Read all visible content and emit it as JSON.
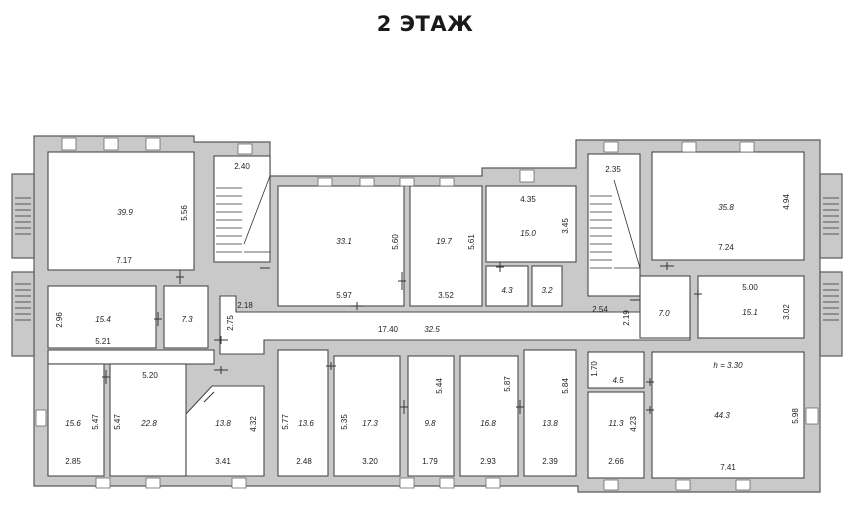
{
  "title": "2 ЭТАЖ",
  "rooms": [
    {
      "id": "r1",
      "area": "39.9",
      "dims": [
        "5.56",
        "7.17"
      ]
    },
    {
      "id": "r2",
      "area": "",
      "dims": [
        "2.40"
      ]
    },
    {
      "id": "r3",
      "area": "33.1",
      "dims": [
        "5.60",
        "5.97"
      ]
    },
    {
      "id": "r4",
      "area": "19.7",
      "dims": [
        "5.61",
        "3.52"
      ]
    },
    {
      "id": "r5",
      "area": "15.0",
      "dims": [
        "4.35",
        "3.45"
      ]
    },
    {
      "id": "r6",
      "area": "4.3",
      "dims": []
    },
    {
      "id": "r7",
      "area": "3.2",
      "dims": []
    },
    {
      "id": "r8",
      "area": "",
      "dims": [
        "2.35"
      ]
    },
    {
      "id": "r9",
      "area": "35.8",
      "dims": [
        "4.94",
        "7.24"
      ]
    },
    {
      "id": "r10",
      "area": "15.4",
      "dims": [
        "2.96",
        "5.21"
      ]
    },
    {
      "id": "r11",
      "area": "7.3",
      "dims": []
    },
    {
      "id": "r12",
      "area": "32.5",
      "dims": [
        "2.18",
        "2.75",
        "17.40",
        "2.54",
        "2.19"
      ]
    },
    {
      "id": "r13",
      "area": "7.0",
      "dims": []
    },
    {
      "id": "r14",
      "area": "15.1",
      "dims": [
        "5.00",
        "3.02"
      ]
    },
    {
      "id": "r15",
      "area": "",
      "dims": [
        "5.20"
      ]
    },
    {
      "id": "r16",
      "area": "15.6",
      "dims": [
        "5.47",
        "2.85"
      ]
    },
    {
      "id": "r17",
      "area": "22.8",
      "dims": [
        "5.47"
      ]
    },
    {
      "id": "r18",
      "area": "13.8",
      "dims": [
        "4.32",
        "3.41"
      ]
    },
    {
      "id": "r19",
      "area": "13.6",
      "dims": [
        "5.77",
        "2.48"
      ]
    },
    {
      "id": "r20",
      "area": "17.3",
      "dims": [
        "5.35",
        "3.20"
      ]
    },
    {
      "id": "r21",
      "area": "9.8",
      "dims": [
        "5.44",
        "1.79"
      ]
    },
    {
      "id": "r22",
      "area": "16.8",
      "dims": [
        "5.87",
        "2.93"
      ]
    },
    {
      "id": "r23",
      "area": "13.8",
      "dims": [
        "5.84",
        "2.39"
      ]
    },
    {
      "id": "r24",
      "area": "4.5",
      "dims": [
        "1.70"
      ]
    },
    {
      "id": "r25",
      "area": "11.3",
      "dims": [
        "4.23",
        "2.66"
      ]
    },
    {
      "id": "r26",
      "area": "44.3",
      "dims": [
        "h = 3.30",
        "5.98",
        "7.41"
      ]
    }
  ]
}
